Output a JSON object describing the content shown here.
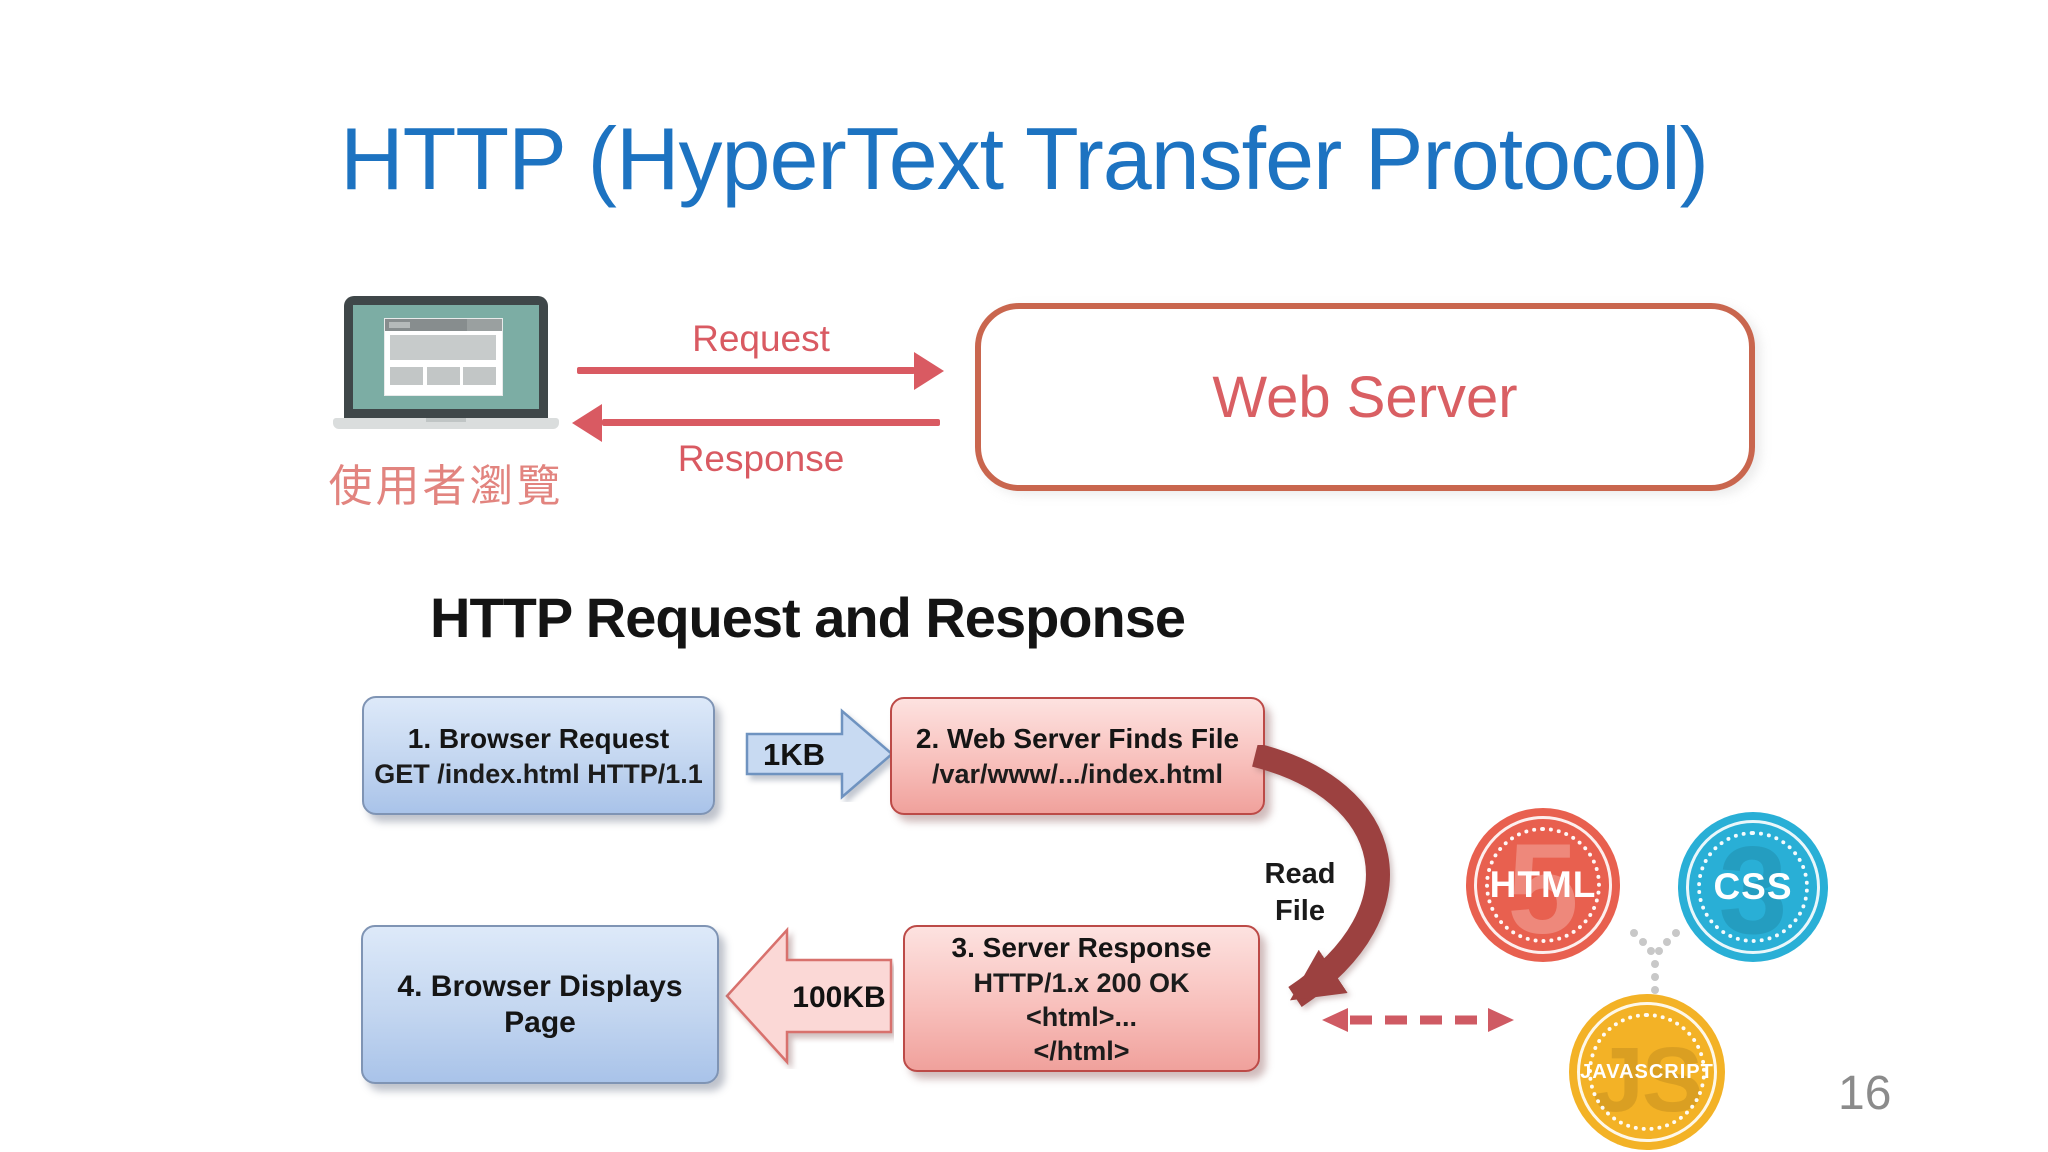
{
  "slide": {
    "title": "HTTP (HyperText Transfer Protocol)",
    "page_number": "16"
  },
  "top_diagram": {
    "client_label": "使用者瀏覽",
    "request_label": "Request",
    "response_label": "Response",
    "server_label": "Web Server"
  },
  "flow": {
    "heading": "HTTP Request and Response",
    "boxes": [
      {
        "title": "1. Browser Request",
        "lines": [
          "GET /index.html HTTP/1.1"
        ]
      },
      {
        "title": "2. Web Server Finds File",
        "lines": [
          "/var/www/.../index.html"
        ]
      },
      {
        "title": "3. Server Response",
        "lines": [
          "HTTP/1.x 200 OK",
          "<html>...",
          "</html>"
        ]
      },
      {
        "title": "4. Browser Displays Page",
        "lines": []
      }
    ],
    "request_size_label": "1KB",
    "response_size_label": "100KB",
    "read_file_label": [
      "Read",
      "File"
    ]
  },
  "badges": [
    {
      "label": "HTML",
      "watermark": "5",
      "color": "#e8604f"
    },
    {
      "label": "CSS",
      "watermark": "3",
      "color": "#29afd6"
    },
    {
      "label": "JAVASCRIPT",
      "watermark": "JS",
      "color": "#f3b226"
    }
  ],
  "colors": {
    "title_blue": "#1d73c1",
    "accent_salmon": "#d95a62",
    "server_border_orange": "#c9664e",
    "dark_red_arrow": "#9c4140",
    "blue_box_border": "#7f94b4",
    "pink_box_border": "#bc4a47",
    "laptop_screen_teal": "#7cada4",
    "page_number_gray": "#8b8b8b"
  }
}
